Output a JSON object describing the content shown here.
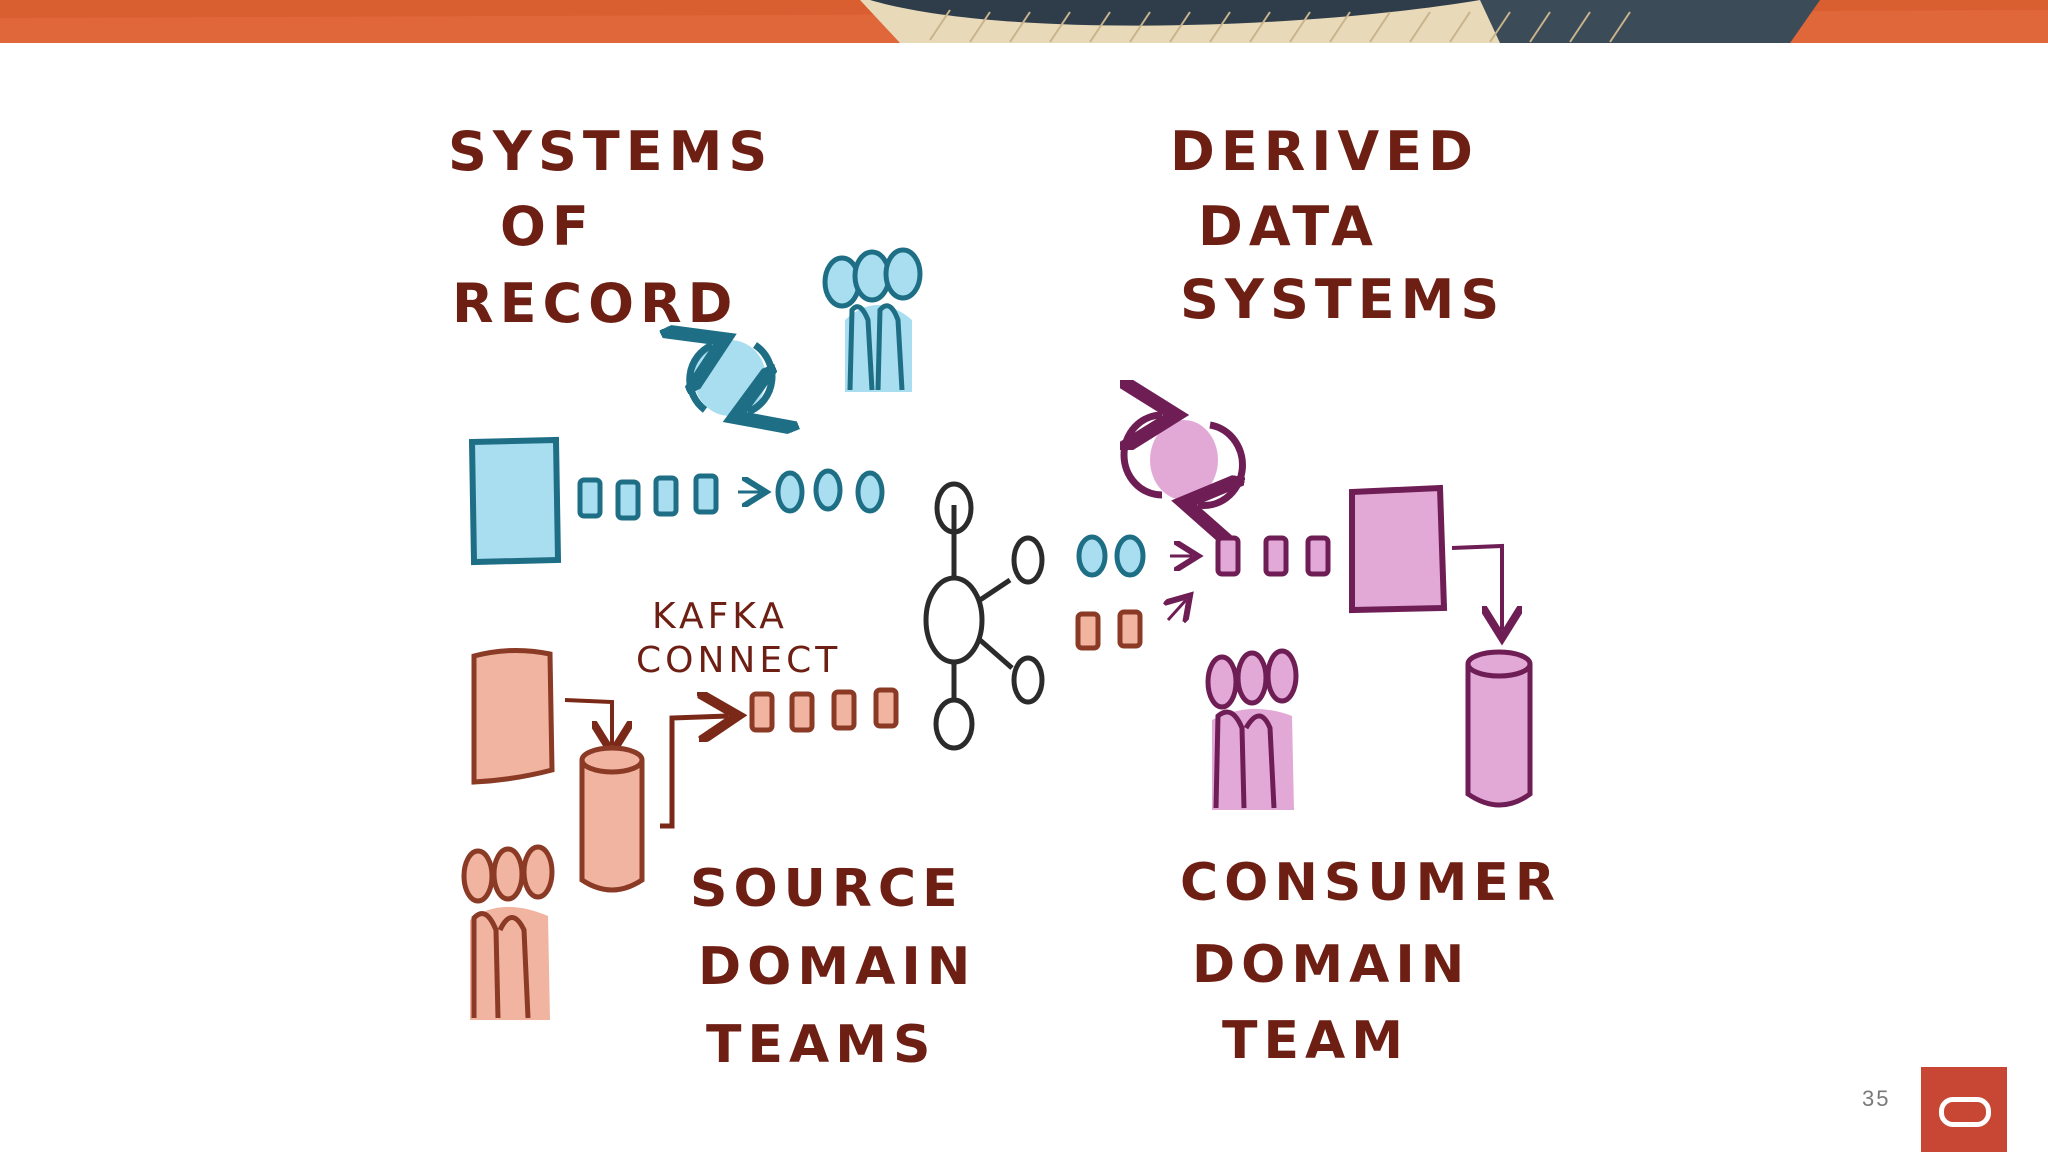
{
  "diagram": {
    "labels": {
      "systems_of_record": [
        "SYSTEMS",
        "OF",
        "RECORD"
      ],
      "derived_data_systems": [
        "DERIVED",
        "DATA",
        "SYSTEMS"
      ],
      "kafka_connect": [
        "KAFKA",
        "CONNECT"
      ],
      "source_domain_teams": [
        "SOURCE",
        "DOMAIN",
        "TEAMS"
      ],
      "consumer_domain_team": [
        "CONSUMER",
        "DOMAIN",
        "TEAM"
      ]
    },
    "colors": {
      "banner_orange": "#e0673a",
      "banner_dark": "#2f3d4a",
      "banner_tan": "#e8d9b8",
      "label_brown": "#6e1f14",
      "teal": "#1e6f86",
      "teal_fill": "#a9def0",
      "peach_outline": "#8a3a25",
      "peach_fill": "#f0b4a0",
      "purple": "#6e1e55",
      "purple_fill": "#e3a9d6",
      "hub": "#2b2b2b"
    }
  },
  "footer": {
    "page_number": "35",
    "logo_icon": "oracle-logo-icon"
  }
}
